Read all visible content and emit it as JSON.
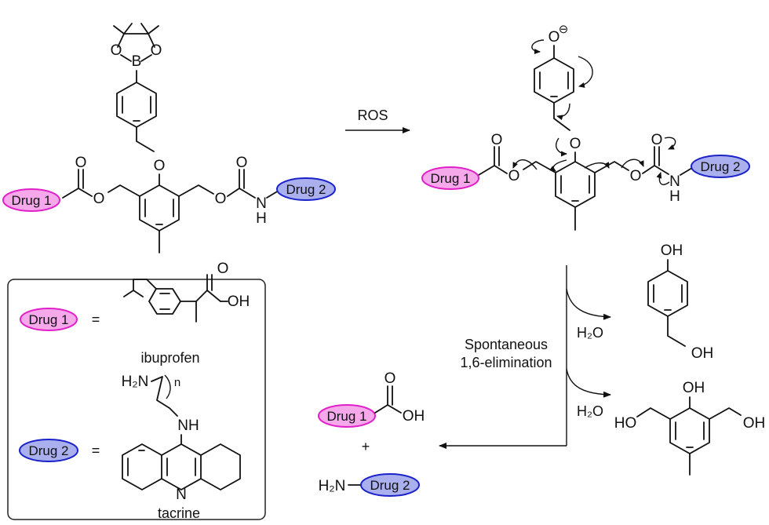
{
  "colors": {
    "drug1_fill": "#f5a8ea",
    "drug1_stroke": "#e020c8",
    "drug2_fill": "#aab0ee",
    "drug2_stroke": "#1a22c8",
    "line": "#111111"
  },
  "pills": {
    "drug1": "Drug 1",
    "drug2": "Drug 2"
  },
  "atoms": {
    "O": "O",
    "B": "B",
    "N": "N",
    "H": "H",
    "OH": "OH",
    "HO": "HO",
    "NH": "NH",
    "H2N": "H₂N",
    "O_minus": "O",
    "minus": "⊖",
    "n": "n"
  },
  "labels": {
    "ros": "ROS",
    "spontaneous": "Spontaneous",
    "elimination": "1,6-elimination",
    "water1": "H₂O",
    "water2": "H₂O",
    "plus": "+",
    "equals": "=",
    "ibuprofen": "ibuprofen",
    "tacrine": "tacrine"
  }
}
